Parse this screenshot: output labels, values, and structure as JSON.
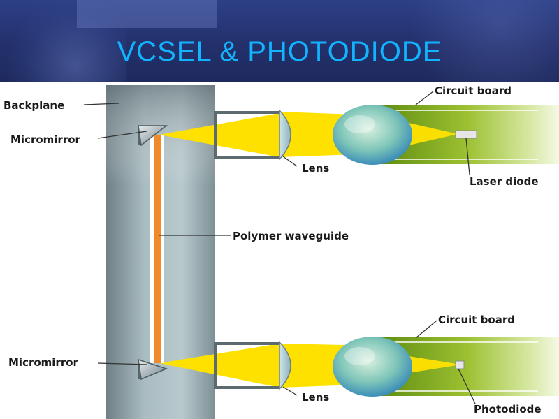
{
  "title": "VCSEL & PHOTODIODE",
  "labels": {
    "backplane": "Backplane",
    "micromirror_top": "Micromirror",
    "micromirror_bottom": "Micromirror",
    "circuit_board_top": "Circuit board",
    "circuit_board_bottom": "Circuit board",
    "lens_top": "Lens",
    "lens_bottom": "Lens",
    "laser_diode": "Laser diode",
    "photodiode": "Photodiode",
    "polymer_waveguide": "Polymer waveguide"
  },
  "colors": {
    "title": "#12b4ff",
    "beam": "#ffe100",
    "waveguide": "#f08a2a",
    "board": "#7aa51e",
    "backplane": "#8fa6ac"
  }
}
